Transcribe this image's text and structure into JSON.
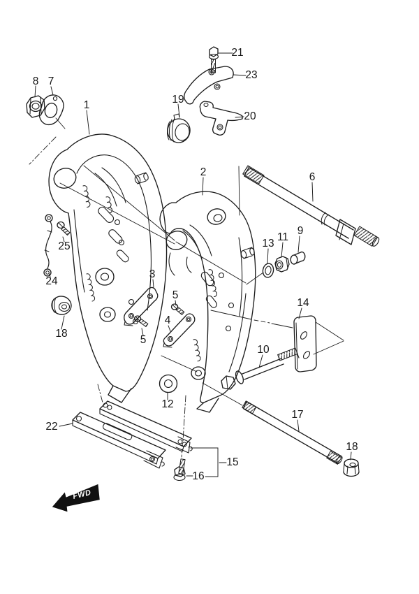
{
  "diagram": {
    "kind": "exploded-parts-diagram",
    "subject": "clamp bracket assembly"
  },
  "palette": {
    "background": "#ffffff",
    "line": "#1c1c1c",
    "label": "#161616",
    "marker_fill": "#111111",
    "marker_text": "#ffffff"
  },
  "marker": {
    "fwd": "FWD"
  },
  "callouts": {
    "clamp_bracket_port": "1",
    "clamp_bracket_stbd": "2",
    "plate_3": "3",
    "plate_4": "4",
    "bolt_5a": "5",
    "bolt_5b": "5",
    "tilt_shaft": "6",
    "shaft_plate_washer": "7",
    "shaft_nut": "8",
    "bushing_9": "9",
    "clamp_bolt_10": "10",
    "lock_nut_11": "11",
    "washer_12": "12",
    "washer_13": "13",
    "transom_plate_14": "14",
    "pad_assembly_15": "15",
    "pad_bolt_16": "16",
    "through_bolt_17": "17",
    "cap_18a": "18",
    "flange_nut_18b": "18",
    "grommet_19": "19",
    "plate_20": "20",
    "bolt_21": "21",
    "skeg_plate_22": "22",
    "plate_23": "23",
    "ground_lead_24": "24",
    "screw_25": "25"
  }
}
